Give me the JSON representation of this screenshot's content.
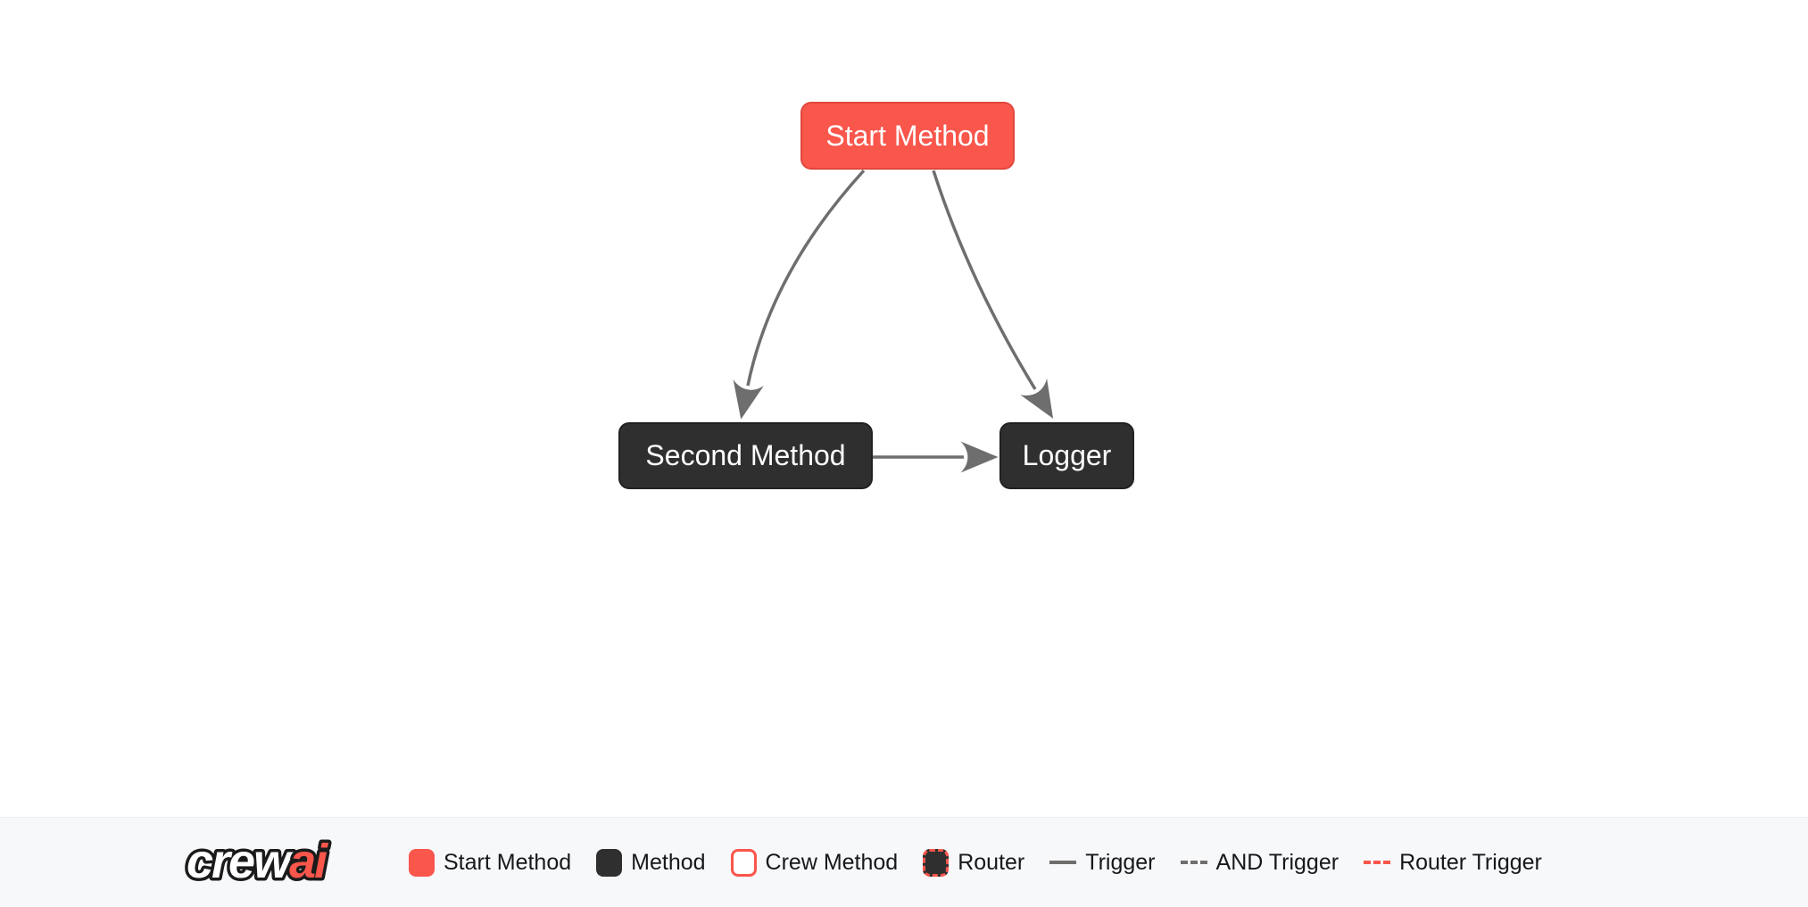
{
  "diagram": {
    "nodes": [
      {
        "id": "start_method",
        "label": "Start Method",
        "type": "start"
      },
      {
        "id": "second_method",
        "label": "Second Method",
        "type": "method"
      },
      {
        "id": "logger",
        "label": "Logger",
        "type": "method"
      }
    ],
    "edges": [
      {
        "from": "start_method",
        "to": "second_method",
        "type": "trigger"
      },
      {
        "from": "start_method",
        "to": "logger",
        "type": "trigger"
      },
      {
        "from": "second_method",
        "to": "logger",
        "type": "trigger"
      }
    ]
  },
  "legend": {
    "brand": {
      "part1": "crew",
      "part2": "ai"
    },
    "items": [
      {
        "label": "Start Method",
        "swatch": "start"
      },
      {
        "label": "Method",
        "swatch": "method"
      },
      {
        "label": "Crew Method",
        "swatch": "crew"
      },
      {
        "label": "Router",
        "swatch": "router"
      },
      {
        "label": "Trigger",
        "swatch": "line-solid"
      },
      {
        "label": "AND Trigger",
        "swatch": "line-dashed"
      },
      {
        "label": "Router Trigger",
        "swatch": "line-dashed-red"
      }
    ]
  },
  "colors": {
    "accent": "#F9564C",
    "accent-border": "#E2473D",
    "node-dark": "#2F2F2F",
    "node-dark-border": "#212121",
    "edge": "#6E6E6E",
    "legend-bg": "#F7F8FA",
    "legend-text": "#16181C",
    "node-text": "#FFFFFF"
  }
}
